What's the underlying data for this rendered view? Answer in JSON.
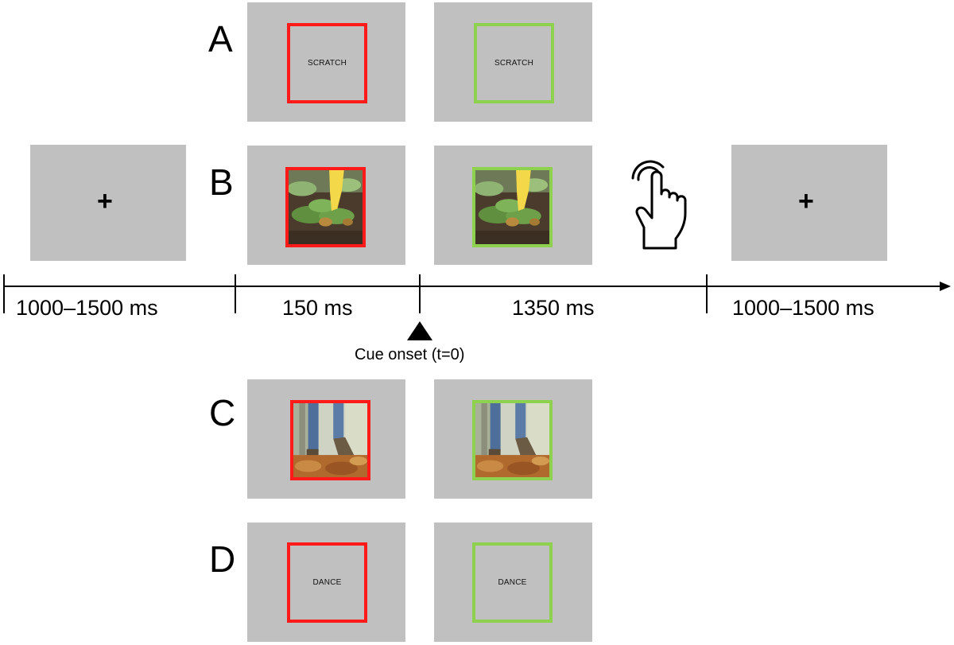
{
  "rows": {
    "a": {
      "label": "A",
      "word": "SCRATCH"
    },
    "b": {
      "label": "B"
    },
    "c": {
      "label": "C"
    },
    "d": {
      "label": "D",
      "word": "DANCE"
    }
  },
  "fixation": {
    "symbol": "+"
  },
  "timeline": {
    "segments": [
      "1000–1500 ms",
      "150 ms",
      "1350 ms",
      "1000–1500 ms"
    ],
    "cue_label": "Cue onset (t=0)"
  },
  "colors": {
    "screen_gray": "#c0c0c0",
    "cue_red": "#ff1a1a",
    "target_green": "#8dd14f"
  },
  "icons": {
    "response": "hand-tap-icon"
  }
}
